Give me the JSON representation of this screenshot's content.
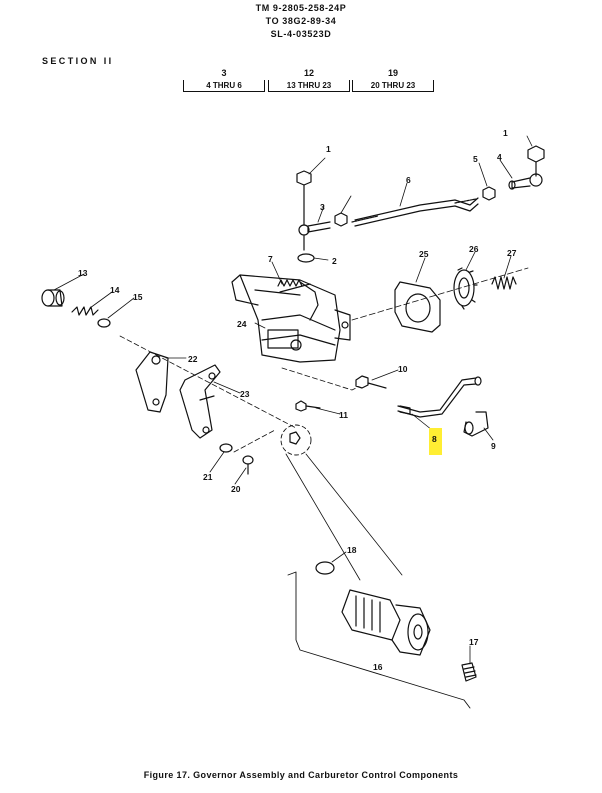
{
  "header": {
    "line1": "TM  9-2805-258-24P",
    "line2": "TO  38G2-89-34",
    "line3": "SL-4-03523D"
  },
  "section": "SECTION  II",
  "references": [
    {
      "number": "3",
      "range": "4 THRU 6"
    },
    {
      "number": "12",
      "range": "13 THRU 23"
    },
    {
      "number": "19",
      "range": "20 THRU 23"
    }
  ],
  "callouts": [
    "1",
    "1",
    "2",
    "3",
    "4",
    "5",
    "6",
    "7",
    "8",
    "9",
    "10",
    "11",
    "13",
    "14",
    "15",
    "16",
    "17",
    "18",
    "20",
    "21",
    "22",
    "23",
    "24",
    "25",
    "26",
    "27"
  ],
  "highlight_color": "#ffee33",
  "caption": "Figure  17.  Governor  Assembly  and  Carburetor  Control  Components"
}
